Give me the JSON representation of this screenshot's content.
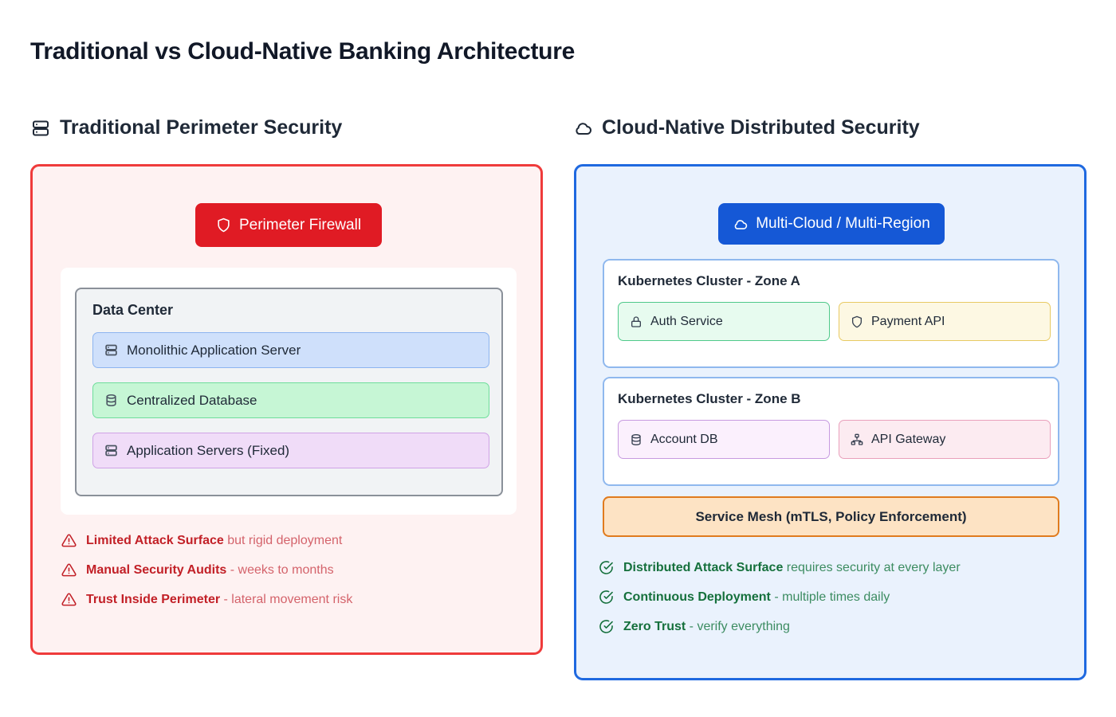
{
  "page": {
    "title": "Traditional vs Cloud-Native Banking Architecture"
  },
  "colors": {
    "traditional_accent": "#ef3b3b",
    "traditional_bg": "#fef2f2",
    "traditional_badge": "#e01b24",
    "cloud_accent": "#1f69e0",
    "cloud_bg": "#eaf2fd",
    "cloud_badge": "#1558d6",
    "mesh_border": "#e07b1e",
    "mesh_bg": "#fde3c4",
    "warn_text": "#c22027",
    "ok_text": "#15703c"
  },
  "traditional": {
    "header": {
      "label": "Traditional Perimeter Security",
      "icon": "server-icon"
    },
    "badge": {
      "label": "Perimeter Firewall",
      "icon": "shield-icon"
    },
    "data_center": {
      "title": "Data Center",
      "items": [
        {
          "label": "Monolithic Application Server",
          "icon": "server-icon",
          "color": "blue"
        },
        {
          "label": "Centralized Database",
          "icon": "database-icon",
          "color": "green"
        },
        {
          "label": "Application Servers (Fixed)",
          "icon": "server-icon",
          "color": "purple"
        }
      ]
    },
    "bullets": [
      {
        "icon": "alert-triangle-icon",
        "strong": "Limited Attack Surface",
        "rest": " but rigid deployment"
      },
      {
        "icon": "alert-triangle-icon",
        "strong": "Manual Security Audits",
        "rest": " - weeks to months"
      },
      {
        "icon": "alert-triangle-icon",
        "strong": "Trust Inside Perimeter",
        "rest": " - lateral movement risk"
      }
    ]
  },
  "cloud": {
    "header": {
      "label": "Cloud-Native Distributed Security",
      "icon": "cloud-icon"
    },
    "badge": {
      "label": "Multi-Cloud / Multi-Region",
      "icon": "cloud-icon"
    },
    "clusters": [
      {
        "title": "Kubernetes Cluster - Zone A",
        "services": [
          {
            "label": "Auth Service",
            "icon": "lock-icon",
            "color": "green"
          },
          {
            "label": "Payment API",
            "icon": "shield-icon",
            "color": "yellow"
          }
        ]
      },
      {
        "title": "Kubernetes Cluster - Zone B",
        "services": [
          {
            "label": "Account DB",
            "icon": "database-icon",
            "color": "purple"
          },
          {
            "label": "API Gateway",
            "icon": "network-icon",
            "color": "pink"
          }
        ]
      }
    ],
    "mesh": {
      "label": "Service Mesh (mTLS, Policy Enforcement)"
    },
    "bullets": [
      {
        "icon": "circle-check-icon",
        "strong": "Distributed Attack Surface",
        "rest": " requires security at every layer"
      },
      {
        "icon": "circle-check-icon",
        "strong": "Continuous Deployment",
        "rest": " - multiple times daily"
      },
      {
        "icon": "circle-check-icon",
        "strong": "Zero Trust",
        "rest": " - verify everything"
      }
    ]
  }
}
